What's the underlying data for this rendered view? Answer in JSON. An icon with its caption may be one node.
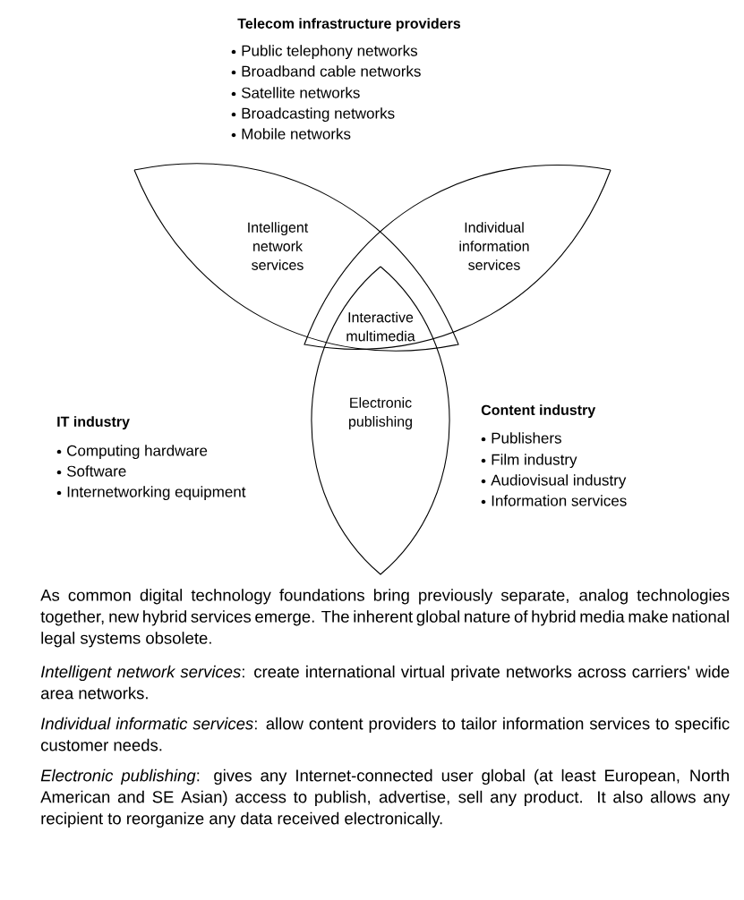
{
  "diagram": {
    "nodes": [
      {
        "text": [
          "Intelligent network services"
        ]
      },
      {
        "text": [
          "Individual information services"
        ]
      },
      {
        "text": [
          "Electronic publishing"
        ]
      }
    ],
    "edges": [],
    "labels": [
      "Telecom infrastructure providers",
      "Public telephony networks",
      "Broadband cable networks",
      "Satellite networks",
      "Broadcasting networks",
      "Mobile networks",
      "Interactive multimedia",
      "IT industry",
      "Computing hardware",
      "Software",
      "Internetworking equipment",
      "Content industry",
      "Publishers",
      "Film industry",
      "Audiovisual industry",
      "Information services",
      "As common digital technology foundations bring previously separate, analog technologies together, new hybrid services emerge. The inherent global nature of hybrid media make national legal systems obsolete.",
      "*Intelligent network services*: create international virtual private networks across carriers' wide area networks.",
      "*Individual informatic services*: allow content providers to tailor information services to specific customer needs.",
      "*Electronic publishing*: gives any Internet-connected user global (at least European, North American and SE Asian) access to publish, advertise, sell any product. It also allows any recipient to reorganize any data received electronically."
    ]
  }
}
